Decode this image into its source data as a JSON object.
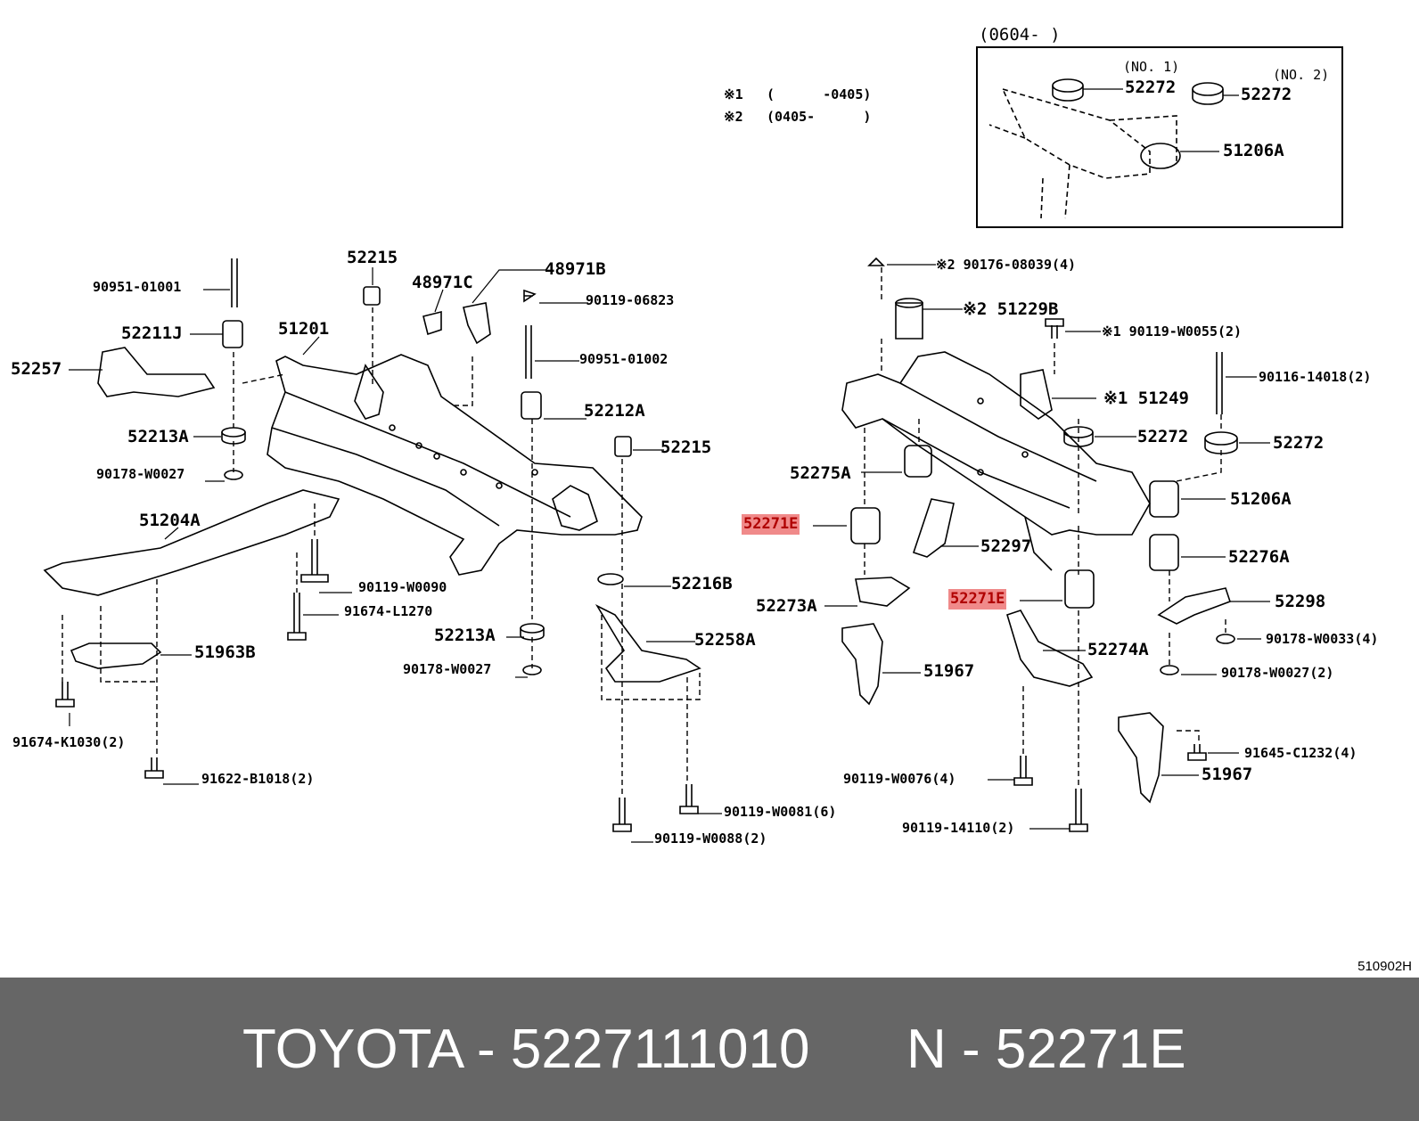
{
  "inset": {
    "period": "(0604-     )",
    "no1": "(NO. 1)",
    "no2": "(NO. 2)"
  },
  "notes": [
    {
      "mark": "※1",
      "text": "(      -0405)"
    },
    {
      "mark": "※2",
      "text": "(0405-      )"
    }
  ],
  "labels": {
    "l52272_inset1": "52272",
    "l52272_inset2": "52272",
    "l51206A_inset": "51206A",
    "l90951_01001": "90951-01001",
    "l52211J": "52211J",
    "l52257": "52257",
    "l52213A_a": "52213A",
    "l90178_W0027_a": "90178-W0027",
    "l52215_a": "52215",
    "l48971C": "48971C",
    "l48971B": "48971B",
    "l90119_06823": "90119-06823",
    "l51201": "51201",
    "l90951_01002": "90951-01002",
    "l52212A": "52212A",
    "l52215_b": "52215",
    "l51204A": "51204A",
    "l90119_W0090": "90119-W0090",
    "l91674_L1270": "91674-L1270",
    "l52216B": "52216B",
    "l52213A_b": "52213A",
    "l52258A": "52258A",
    "l90178_W0027_b": "90178-W0027",
    "l51963B": "51963B",
    "l91674_K1030": "91674-K1030(2)",
    "l91622_B1018": "91622-B1018(2)",
    "l90119_W0081": "90119-W0081(6)",
    "l90119_W0088": "90119-W0088(2)",
    "l90176_08039": "※2 90176-08039(4)",
    "l51229B": "※2 51229B",
    "l90119_W0055": "※1 90119-W0055(2)",
    "l90116_14018": "90116-14018(2)",
    "l51249": "※1 51249",
    "l52272_c": "52272",
    "l52272_d": "52272",
    "l52275A": "52275A",
    "l51206A": "51206A",
    "l52271E_a": "52271E",
    "l52297": "52297",
    "l52276A": "52276A",
    "l52273A": "52273A",
    "l52271E_b": "52271E",
    "l52298": "52298",
    "l90178_W0033": "90178-W0033(4)",
    "l52274A": "52274A",
    "l51967_a": "51967",
    "l90178_W0027_c": "90178-W0027(2)",
    "l91645_C1232": "91645-C1232(4)",
    "l51967_b": "51967",
    "l90119_W0076": "90119-W0076(4)",
    "l90119_14110": "90119-14110(2)"
  },
  "ref_code": "510902H",
  "footer": {
    "brand_part": "TOYOTA - 5227111010",
    "name_part": "N - 52271E"
  },
  "colors": {
    "highlight": "#f08a8a",
    "highlight_text": "#b00000",
    "footer_bg": "#666666",
    "footer_text": "#ffffff"
  }
}
